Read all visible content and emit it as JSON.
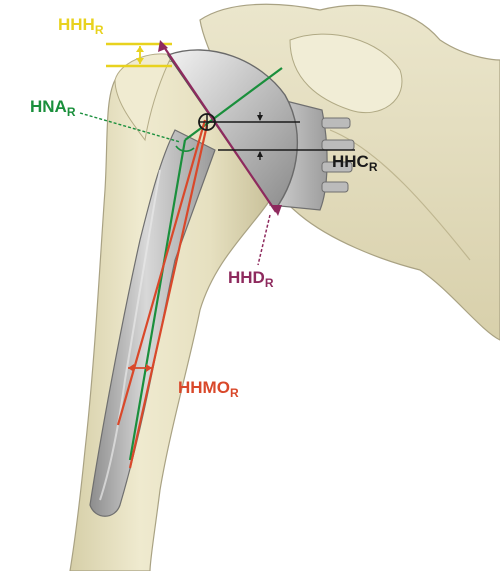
{
  "labels": {
    "hhh": {
      "main": "HHH",
      "sub": "R"
    },
    "hna": {
      "main": "HNA",
      "sub": "R"
    },
    "hhc": {
      "main": "HHC",
      "sub": "R"
    },
    "hhd": {
      "main": "HHD",
      "sub": "R"
    },
    "hhmo": {
      "main": "HHMO",
      "sub": "R"
    }
  },
  "colors": {
    "hhh": "#e8d21e",
    "hna": "#1a8f3c",
    "hhc": "#1a1a1a",
    "hhd": "#8e2a5e",
    "hhmo": "#d9482a",
    "bone": "#e9e4c9",
    "bone_shadow": "#c7bf9a",
    "metal": "#bfbfbf",
    "metal_dark": "#7a7a7a"
  }
}
